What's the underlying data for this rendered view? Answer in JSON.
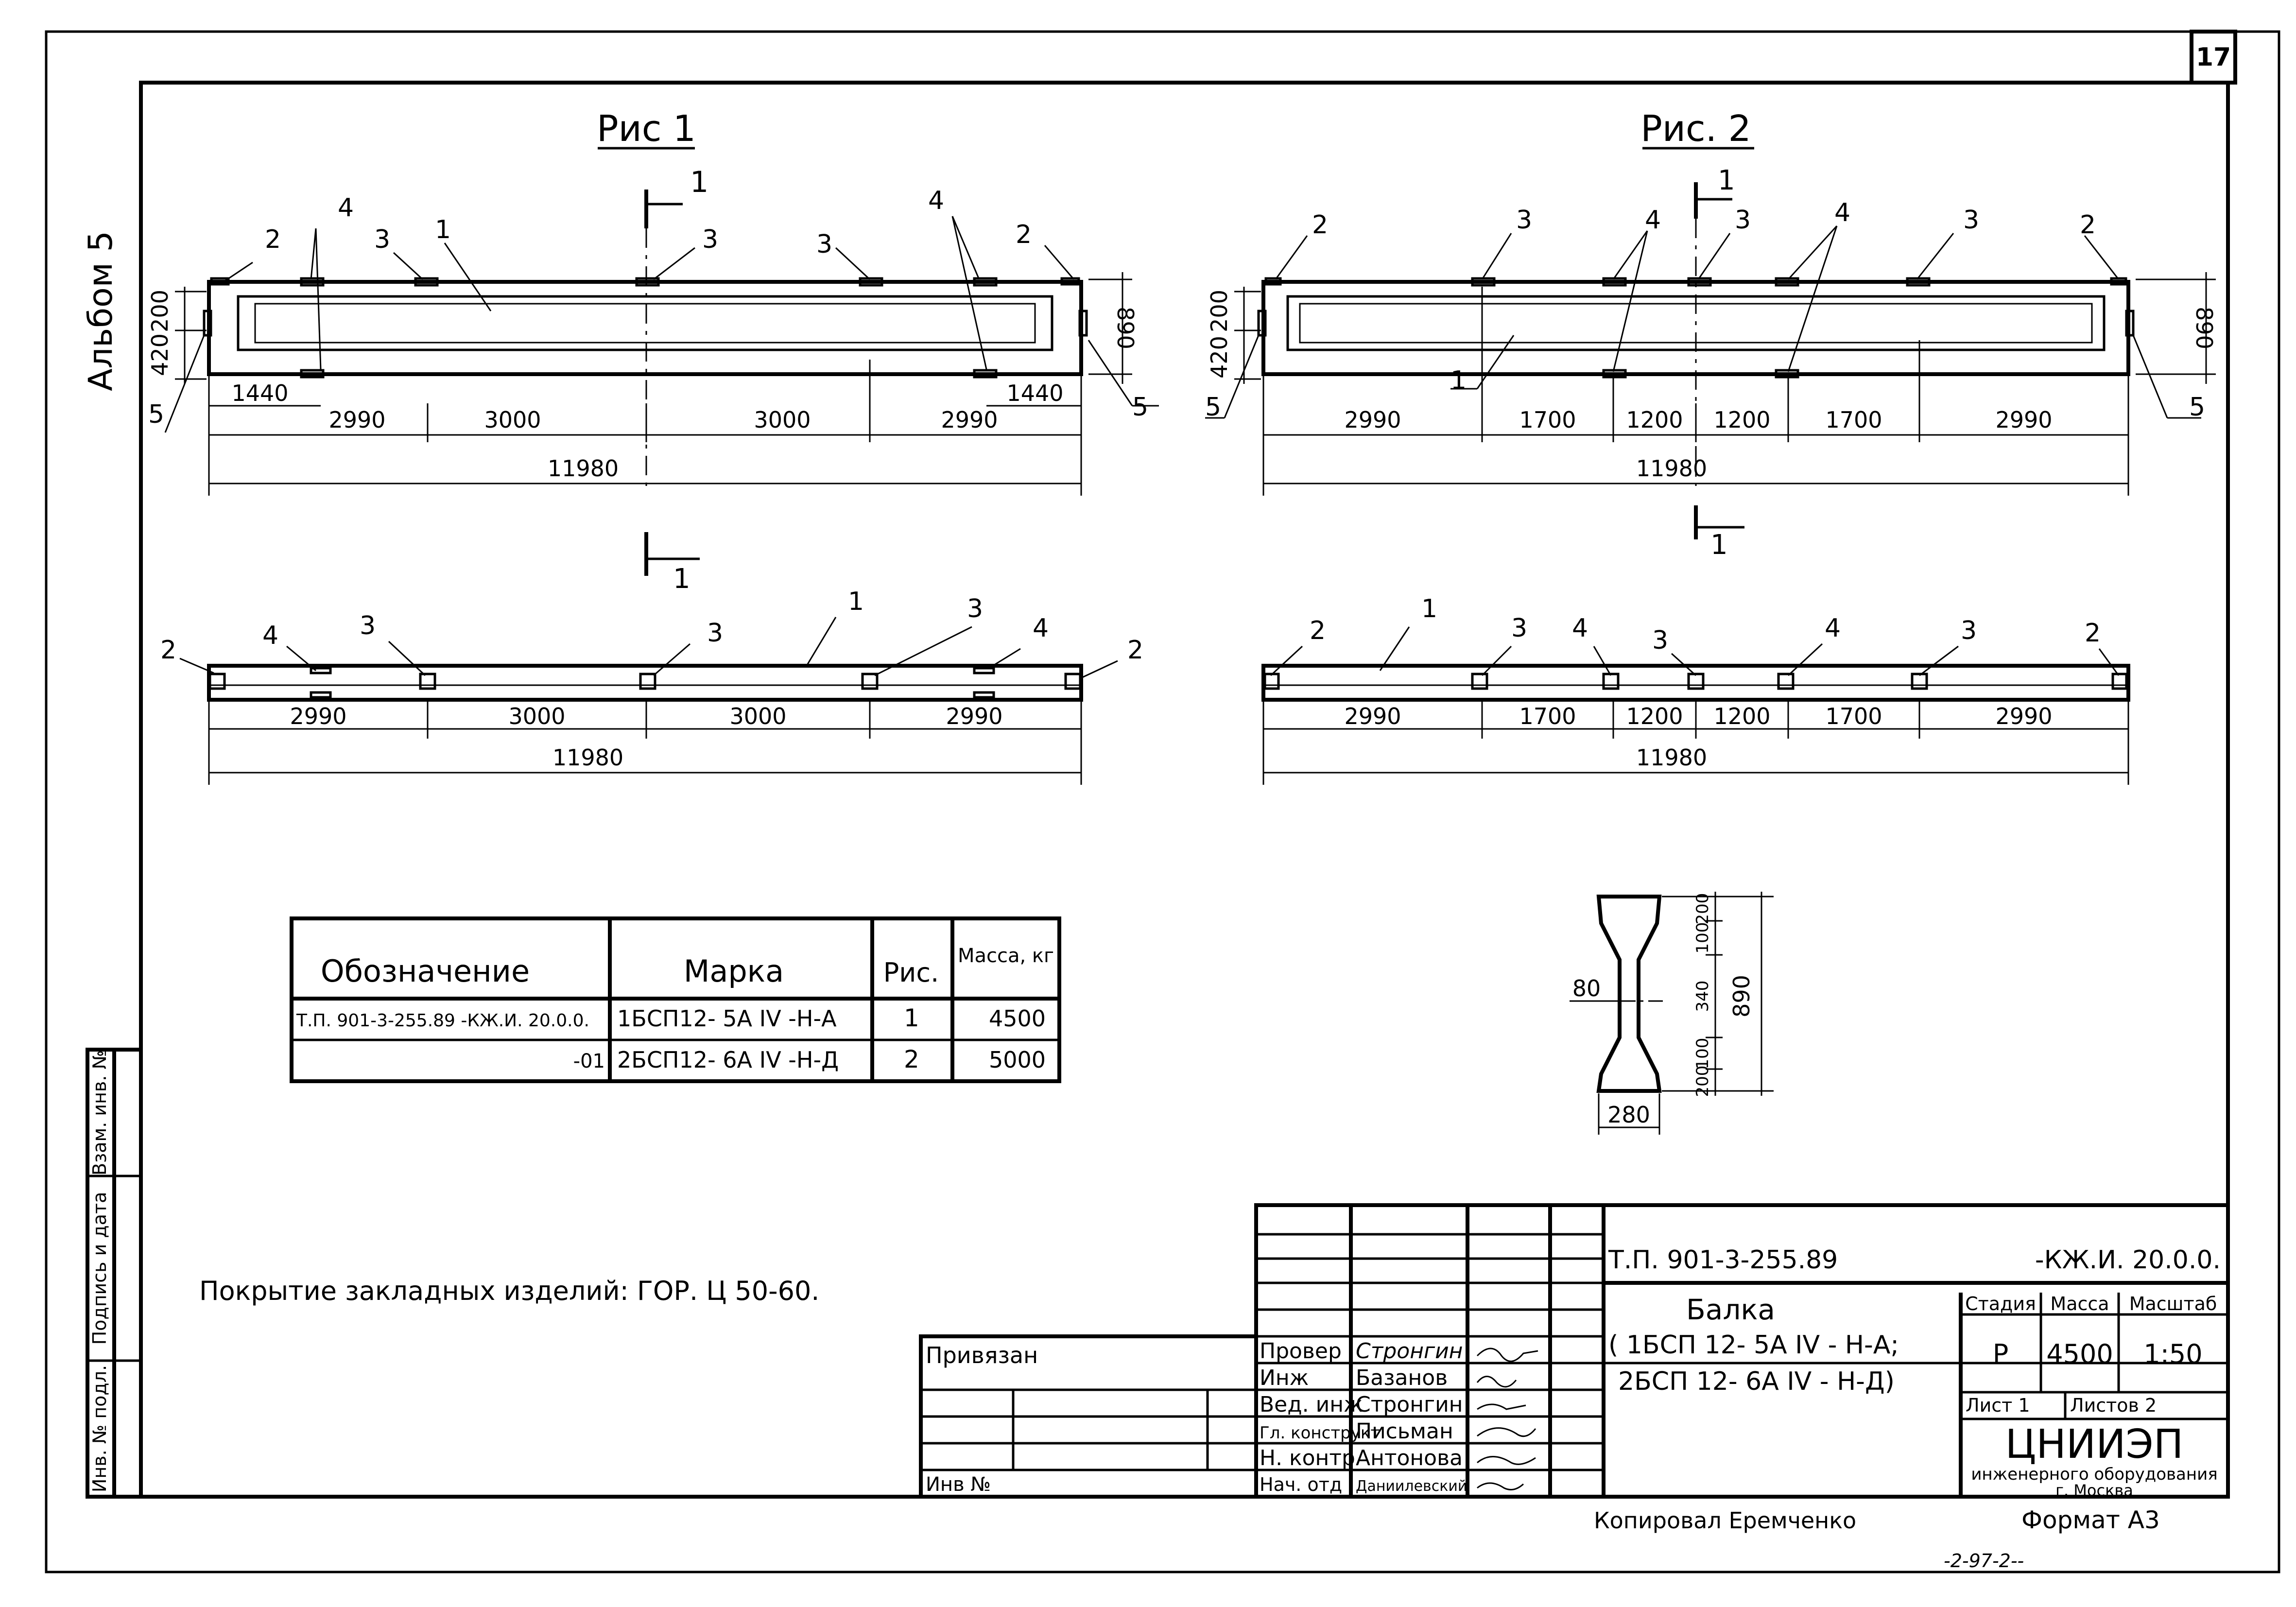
{
  "sheet": {
    "page_number": "17",
    "album": "Альбом 5",
    "copied_by": "Копировал   Еремченко",
    "format": "Формат А3",
    "bottom_scribble": "-2-97-2--"
  },
  "fig1": {
    "title": "Рис 1",
    "section_mark": "1",
    "callouts": {
      "beam": "1",
      "end_plate": "2",
      "top_plate": "3",
      "lifting": "4",
      "side_plate": "5"
    },
    "dims_elev": {
      "h_total": "890",
      "h_upper": "200",
      "h_lower": "420",
      "offset_left": "1440",
      "offset_right": "1440"
    },
    "spans": [
      "2990",
      "3000",
      "3000",
      "2990"
    ],
    "total": "11980"
  },
  "fig2": {
    "title": "Рис. 2",
    "section_mark": "1",
    "callouts": {
      "beam": "1",
      "end_plate": "2",
      "top_plate": "3",
      "lifting": "4",
      "side_plate": "5"
    },
    "dims_elev": {
      "h_total": "890",
      "h_upper": "200",
      "h_lower": "420"
    },
    "spans": [
      "2990",
      "1700",
      "1200",
      "1200",
      "1700",
      "2990"
    ],
    "total": "11980"
  },
  "section": {
    "web": "80",
    "width": "280",
    "height": "890",
    "parts_top": [
      "200",
      "100",
      "340"
    ],
    "parts_bottom": [
      "100",
      "200"
    ]
  },
  "spec_table": {
    "headers": [
      "Обозначение",
      "Марка",
      "Рис.",
      "Масса, кг"
    ],
    "rows": [
      [
        "Т.П. 901-3-255.89   -КЖ.И. 20.0.0.",
        "1БСП12- 5А IV -Н-А",
        "1",
        "4500"
      ],
      [
        "-01",
        "2БСП12- 6А IV -Н-Д",
        "2",
        "5000"
      ]
    ]
  },
  "note": "Покрытие закладных изделий: ГОР. Ц 50-60.",
  "side_stamp": [
    "Инв. № подл.",
    "Подпись и дата",
    "Взам. инв. №"
  ],
  "title_block": {
    "privyazan": "Привязан",
    "inv_no": "Инв №",
    "roles": [
      {
        "role": "Провер",
        "name": "Стронгин"
      },
      {
        "role": "Инж",
        "name": "Базанов"
      },
      {
        "role": "Вед. инж",
        "name": "Стронгин"
      },
      {
        "role": "Гл. конструкт",
        "name": "Письман"
      },
      {
        "role": "Н. контр",
        "name": "Антонова"
      },
      {
        "role": "Нач. отд",
        "name": "Даниилевский"
      }
    ],
    "doc_code": "Т.П. 901-3-255.89",
    "doc_suffix": "-КЖ.И. 20.0.0.",
    "name_line1": "Балка",
    "name_line2": "( 1БСП 12- 5А IV - Н-А;",
    "name_line3": "2БСП 12- 6А IV - Н-Д)",
    "col_stage": "Стадия",
    "col_mass": "Масса",
    "col_scale": "Масштаб",
    "stage": "Р",
    "mass": "4500",
    "scale": "1:50",
    "sheet": "Лист 1",
    "sheets": "Листов 2",
    "org": "ЦНИИЭП",
    "org_sub": "инженерного оборудования",
    "city": "г. Москва"
  }
}
